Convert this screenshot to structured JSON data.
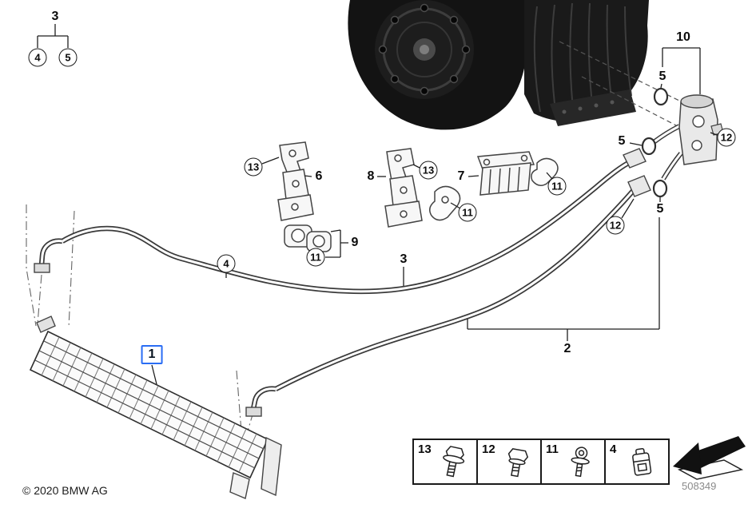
{
  "footer": {
    "copyright": "© 2020 BMW AG",
    "diagram_number": "508349"
  },
  "colors": {
    "selection": "#2a6df4"
  },
  "callouts": [
    {
      "label": "3",
      "circled": false
    },
    {
      "label": "4",
      "circled": true
    },
    {
      "label": "5",
      "circled": true
    },
    {
      "label": "10",
      "circled": false
    },
    {
      "label": "5",
      "circled": false
    },
    {
      "label": "5",
      "circled": false
    },
    {
      "label": "5",
      "circled": false
    },
    {
      "label": "12",
      "circled": true
    },
    {
      "label": "12",
      "circled": true
    },
    {
      "label": "13",
      "circled": true
    },
    {
      "label": "6",
      "circled": false
    },
    {
      "label": "8",
      "circled": false
    },
    {
      "label": "13",
      "circled": true
    },
    {
      "label": "7",
      "circled": false
    },
    {
      "label": "11",
      "circled": true
    },
    {
      "label": "11",
      "circled": true
    },
    {
      "label": "9",
      "circled": false
    },
    {
      "label": "11",
      "circled": true
    },
    {
      "label": "4",
      "circled": true
    },
    {
      "label": "3",
      "circled": false
    },
    {
      "label": "2",
      "circled": false
    },
    {
      "label": "1",
      "circled": false,
      "selected": true
    }
  ],
  "legend": {
    "items": [
      {
        "label": "13",
        "icon": "flange-bolt-icon"
      },
      {
        "label": "12",
        "icon": "hex-bolt-icon"
      },
      {
        "label": "11",
        "icon": "screw-icon"
      },
      {
        "label": "4",
        "icon": "clip-icon"
      }
    ],
    "direction_arrow": "direction-arrow-icon"
  }
}
